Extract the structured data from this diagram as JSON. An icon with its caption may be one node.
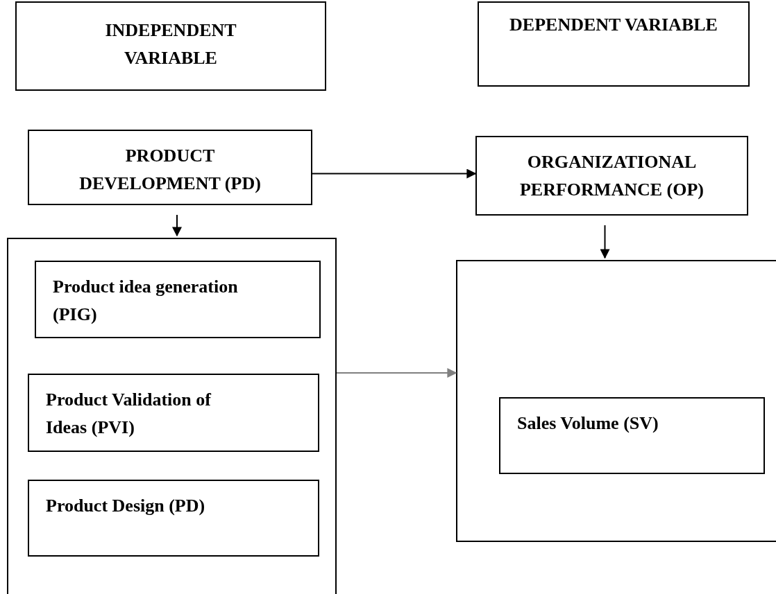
{
  "diagram": {
    "nodes": [
      {
        "text": [
          "INDEPENDENT VARIABLE"
        ]
      },
      {
        "text": [
          "DEPENDENT VARIABLE"
        ]
      },
      {
        "text": [
          "PRODUCT DEVELOPMENT (PD)"
        ]
      },
      {
        "text": [
          "ORGANIZATIONAL PERFORMANCE (OP)"
        ]
      },
      {
        "text": [],
        "shape": "box"
      },
      {
        "text": [
          "Product idea generation (PIG)"
        ],
        "in": 4
      },
      {
        "text": [
          "Product Validation of Ideas (PVI)"
        ],
        "in": 4
      },
      {
        "text": [
          "Product Design (PD)"
        ],
        "in": 4
      },
      {
        "text": [],
        "shape": "box"
      },
      {
        "text": [
          "Sales Volume (SV)"
        ],
        "in": 8
      }
    ],
    "edges": [
      {
        "from": 2,
        "to": 3,
        "arrow": "to"
      },
      {
        "from": 2,
        "to": 4,
        "arrow": "to"
      },
      {
        "from": 3,
        "to": 8,
        "arrow": "to"
      },
      {
        "from": 4,
        "to": 8,
        "arrow": "to",
        "color": "#808080"
      }
    ]
  }
}
